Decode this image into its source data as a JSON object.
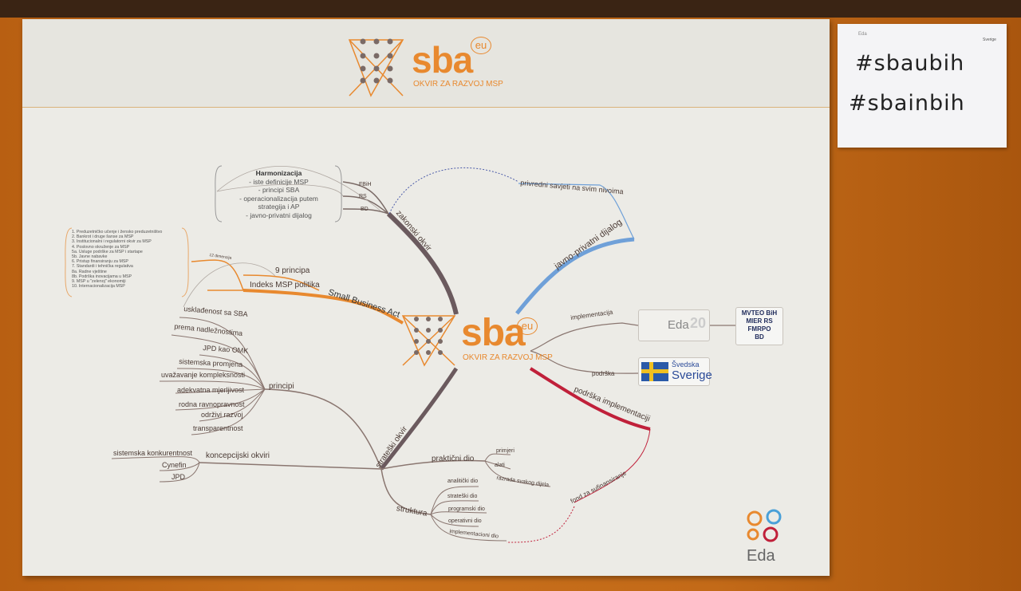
{
  "poster": {
    "header_logo": {
      "brand": "sba",
      "badge": "eu",
      "subtitle": "OKVIR ZA RAZVOJ MSP"
    },
    "center_logo": {
      "brand": "sba",
      "badge": "eu",
      "subtitle": "OKVIR ZA RAZVOJ MSP"
    },
    "harmonization": {
      "title": "Harmonizacija",
      "lines": [
        "- iste definicije MSP",
        "- principi SBA",
        "- operacionalizacija putem",
        "strategija i AP",
        "- javno-privatni dijalog"
      ]
    },
    "zakonski": {
      "label": "zakonski okvir",
      "children": [
        "FBiH",
        "RS",
        "BD"
      ]
    },
    "privredni": "privredni savjeti na svim nivoima",
    "jpd": "javno-privatni dijalog",
    "sba_branch": {
      "label": "Small Business Act",
      "children": [
        "9 principa",
        "Indeks MSP politika",
        "12 dimenzija"
      ],
      "dimensions": [
        "1. Preduzetničko učenje i žensko preduzetništvo",
        "2. Bankrot i druge šanse za MSP",
        "3. Institucionalni i regulatorni okvir za MSP",
        "4. Poslovno okruženje za MSP",
        "5a. Usluge podrške za MSP i startape",
        "5b. Javne nabavke",
        "6. Pristup finansiranju za MSP",
        "7. Standardi i tehnička regulativa",
        "8a. Radne vještine",
        "8b. Podrška inovacijama u MSP",
        "9. MSP u \"zelenoj\" ekonomiji",
        "10. Internacionalizacija MSP"
      ]
    },
    "strateski": {
      "label": "strateški okvir",
      "principi": {
        "label": "principi",
        "items": [
          "usklađenost sa SBA",
          "prema nadležnostima",
          "JPD kao OMK",
          "sistemska promjena",
          "uvažavanje kompleksnosti",
          "adekvatna mjerljivost",
          "rodna ravnopravnost",
          "održivi razvoj",
          "transparentnost"
        ]
      },
      "koncepcijski": {
        "label": "koncepcijski okviri",
        "items": [
          "sistemska konkurentnost",
          "Cynefin",
          "JPD"
        ]
      },
      "prakticni": {
        "label": "praktični dio",
        "items": [
          "primjeri",
          "alati",
          "razrada svakog dijela"
        ]
      },
      "struktura": {
        "label": "struktura",
        "items": [
          "analitički dio",
          "strateški dio",
          "programski dio",
          "operativni dio",
          "implementacioni dio"
        ]
      }
    },
    "implementacija": {
      "label": "implementacija",
      "logo": "Eda",
      "logo_suffix": "20",
      "partners": [
        "MVTEO BiH",
        "MIER RS",
        "FMRPO",
        "BD"
      ]
    },
    "podrska": {
      "label": "podrška",
      "logo_small": "Švedska",
      "logo_big": "Sverige"
    },
    "podrska_impl": {
      "label": "podrška implementaciji",
      "child": "fond za sufinansiranje"
    },
    "corner_logo": "Eda"
  },
  "note": {
    "line1": "#sbaubih",
    "line2": "#sbainbih",
    "logo_left": "Eda",
    "logo_right": "Sverige"
  },
  "colors": {
    "orange": "#e8892f",
    "blue": "#6fa0d8",
    "crimson": "#c0203a",
    "trunk": "#6b5a5e",
    "twig": "#8a7670"
  }
}
